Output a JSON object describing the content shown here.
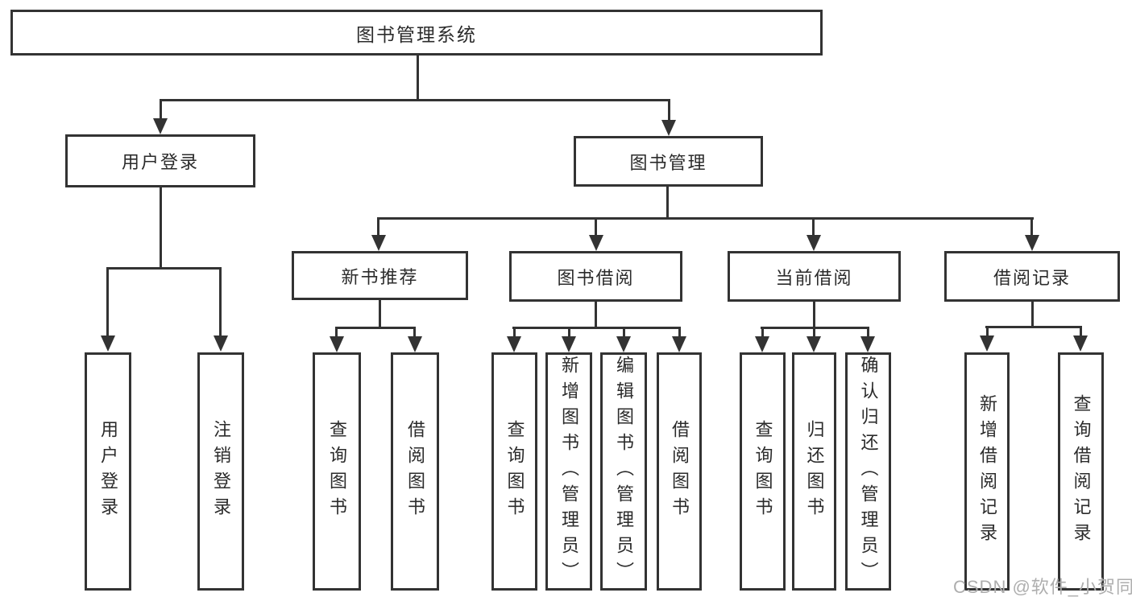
{
  "nodes": {
    "root": "图书管理系统",
    "user_login": "用户登录",
    "book_management": "图书管理",
    "new_book_recommend": "新书推荐",
    "book_borrowing": "图书借阅",
    "current_borrowing": "当前借阅",
    "borrowing_records": "借阅记录",
    "leaf_user_login": "用户登录",
    "leaf_logout": "注销登录",
    "leaf_nbr_query_books": "查询图书",
    "leaf_nbr_borrow_books": "借阅图书",
    "leaf_bb_query_books": "查询图书",
    "leaf_bb_add_books_admin": "新增图书（管理员）",
    "leaf_bb_edit_books_admin": "编辑图书（管理员）",
    "leaf_bb_borrow_books": "借阅图书",
    "leaf_cb_query_books": "查询图书",
    "leaf_cb_return_books": "归还图书",
    "leaf_cb_confirm_return_admin": "确认归还（管理员）",
    "leaf_br_add_record": "新增借阅记录",
    "leaf_br_query_record": "查询借阅记录"
  },
  "hierarchy": {
    "图书管理系统": {
      "用户登录": [
        "用户登录",
        "注销登录"
      ],
      "图书管理": {
        "新书推荐": [
          "查询图书",
          "借阅图书"
        ],
        "图书借阅": [
          "查询图书",
          "新增图书（管理员）",
          "编辑图书（管理员）",
          "借阅图书"
        ],
        "当前借阅": [
          "查询图书",
          "归还图书",
          "确认归还（管理员）"
        ],
        "借阅记录": [
          "新增借阅记录",
          "查询借阅记录"
        ]
      }
    }
  },
  "watermark": "CSDN @软件_小贺同学",
  "colors": {
    "line": "#333333",
    "text": "#2b2b2b",
    "watermark": "#aeaeae",
    "background": "#ffffff"
  }
}
